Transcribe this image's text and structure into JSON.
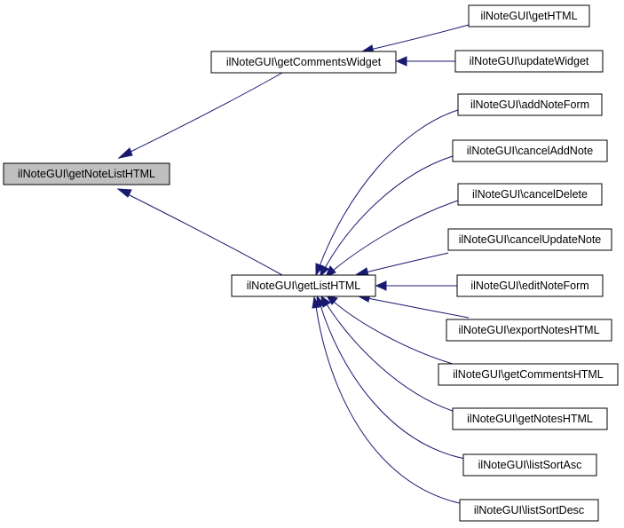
{
  "diagram": {
    "edge_color": "#191970",
    "root_fill": "#bfbfbf",
    "nodes": {
      "root": "ilNoteGUI\\getNoteListHTML",
      "getCommentsWidget": "ilNoteGUI\\getCommentsWidget",
      "getListHTML": "ilNoteGUI\\getListHTML",
      "getHTML": "ilNoteGUI\\getHTML",
      "updateWidget": "ilNoteGUI\\updateWidget",
      "addNoteForm": "ilNoteGUI\\addNoteForm",
      "cancelAddNote": "ilNoteGUI\\cancelAddNote",
      "cancelDelete": "ilNoteGUI\\cancelDelete",
      "cancelUpdateNote": "ilNoteGUI\\cancelUpdateNote",
      "editNoteForm": "ilNoteGUI\\editNoteForm",
      "exportNotesHTML": "ilNoteGUI\\exportNotesHTML",
      "getCommentsHTML": "ilNoteGUI\\getCommentsHTML",
      "getNotesHTML": "ilNoteGUI\\getNotesHTML",
      "listSortAsc": "ilNoteGUI\\listSortAsc",
      "listSortDesc": "ilNoteGUI\\listSortDesc"
    },
    "edges": [
      {
        "from": "getCommentsWidget",
        "to": "root"
      },
      {
        "from": "getListHTML",
        "to": "root"
      },
      {
        "from": "getHTML",
        "to": "getCommentsWidget"
      },
      {
        "from": "updateWidget",
        "to": "getCommentsWidget"
      },
      {
        "from": "addNoteForm",
        "to": "getListHTML"
      },
      {
        "from": "cancelAddNote",
        "to": "getListHTML"
      },
      {
        "from": "cancelDelete",
        "to": "getListHTML"
      },
      {
        "from": "cancelUpdateNote",
        "to": "getListHTML"
      },
      {
        "from": "editNoteForm",
        "to": "getListHTML"
      },
      {
        "from": "exportNotesHTML",
        "to": "getListHTML"
      },
      {
        "from": "getCommentsHTML",
        "to": "getListHTML"
      },
      {
        "from": "getNotesHTML",
        "to": "getListHTML"
      },
      {
        "from": "listSortAsc",
        "to": "getListHTML"
      },
      {
        "from": "listSortDesc",
        "to": "getListHTML"
      }
    ]
  }
}
